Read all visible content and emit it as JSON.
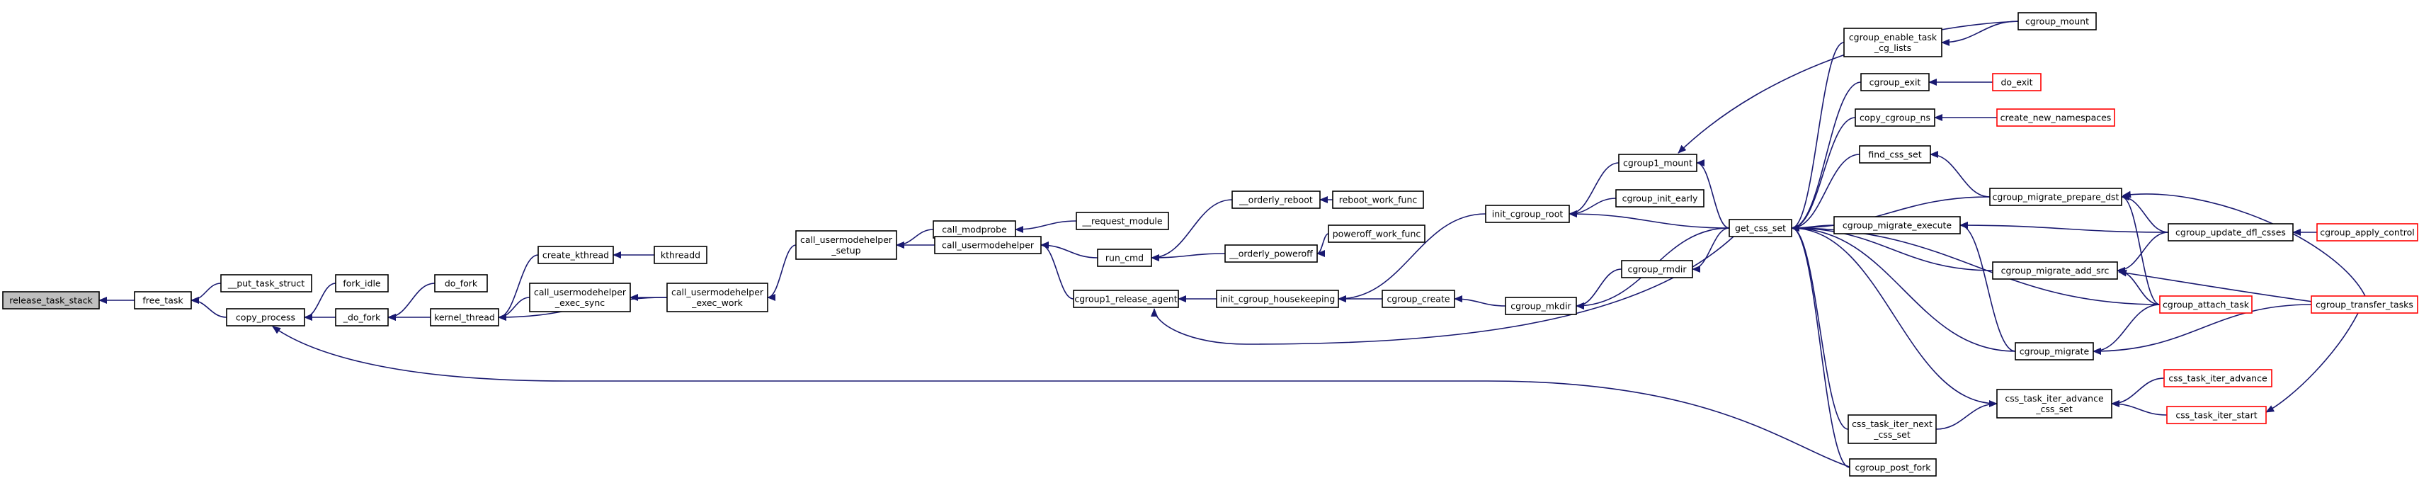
{
  "colors": {
    "edge": "#191970",
    "truncated_border": "#ff0000",
    "normal_border": "#000000",
    "root_fill": "#bfbfbf"
  },
  "nodes": [
    {
      "id": "release_task_stack",
      "lines": [
        "release_task_stack"
      ],
      "root": true
    },
    {
      "id": "free_task",
      "lines": [
        "free_task"
      ]
    },
    {
      "id": "__put_task_struct",
      "lines": [
        "__put_task_struct"
      ]
    },
    {
      "id": "copy_process",
      "lines": [
        "copy_process"
      ]
    },
    {
      "id": "fork_idle",
      "lines": [
        "fork_idle"
      ]
    },
    {
      "id": "_do_fork",
      "lines": [
        "_do_fork"
      ]
    },
    {
      "id": "do_fork",
      "lines": [
        "do_fork"
      ]
    },
    {
      "id": "kernel_thread",
      "lines": [
        "kernel_thread"
      ]
    },
    {
      "id": "create_kthread",
      "lines": [
        "create_kthread"
      ]
    },
    {
      "id": "kthreadd",
      "lines": [
        "kthreadd"
      ]
    },
    {
      "id": "call_usermodehelper_exec_sync",
      "lines": [
        "call_usermodehelper",
        "_exec_sync"
      ]
    },
    {
      "id": "call_usermodehelper_exec_work",
      "lines": [
        "call_usermodehelper",
        "_exec_work"
      ]
    },
    {
      "id": "call_usermodehelper_setup",
      "lines": [
        "call_usermodehelper",
        "_setup"
      ]
    },
    {
      "id": "call_modprobe",
      "lines": [
        "call_modprobe"
      ]
    },
    {
      "id": "__request_module",
      "lines": [
        "__request_module"
      ]
    },
    {
      "id": "call_usermodehelper",
      "lines": [
        "call_usermodehelper"
      ]
    },
    {
      "id": "run_cmd",
      "lines": [
        "run_cmd"
      ]
    },
    {
      "id": "__orderly_reboot",
      "lines": [
        "__orderly_reboot"
      ]
    },
    {
      "id": "reboot_work_func",
      "lines": [
        "reboot_work_func"
      ]
    },
    {
      "id": "__orderly_poweroff",
      "lines": [
        "__orderly_poweroff"
      ]
    },
    {
      "id": "poweroff_work_func",
      "lines": [
        "poweroff_work_func"
      ]
    },
    {
      "id": "cgroup1_release_agent",
      "lines": [
        "cgroup1_release_agent"
      ]
    },
    {
      "id": "init_cgroup_housekeeping",
      "lines": [
        "init_cgroup_housekeeping"
      ]
    },
    {
      "id": "init_cgroup_root",
      "lines": [
        "init_cgroup_root"
      ]
    },
    {
      "id": "cgroup1_mount",
      "lines": [
        "cgroup1_mount"
      ]
    },
    {
      "id": "cgroup_init_early",
      "lines": [
        "cgroup_init_early"
      ]
    },
    {
      "id": "cgroup_create",
      "lines": [
        "cgroup_create"
      ]
    },
    {
      "id": "cgroup_mkdir",
      "lines": [
        "cgroup_mkdir"
      ]
    },
    {
      "id": "cgroup_rmdir",
      "lines": [
        "cgroup_rmdir"
      ]
    },
    {
      "id": "get_css_set",
      "lines": [
        "get_css_set"
      ]
    },
    {
      "id": "cgroup_enable_task_cg_lists",
      "lines": [
        "cgroup_enable_task",
        "_cg_lists"
      ]
    },
    {
      "id": "cgroup_mount",
      "lines": [
        "cgroup_mount"
      ]
    },
    {
      "id": "cgroup_exit",
      "lines": [
        "cgroup_exit"
      ]
    },
    {
      "id": "do_exit",
      "lines": [
        "do_exit"
      ],
      "truncated": true
    },
    {
      "id": "copy_cgroup_ns",
      "lines": [
        "copy_cgroup_ns"
      ]
    },
    {
      "id": "create_new_namespaces",
      "lines": [
        "create_new_namespaces"
      ],
      "truncated": true
    },
    {
      "id": "find_css_set",
      "lines": [
        "find_css_set"
      ]
    },
    {
      "id": "cgroup_migrate_prepare_dst",
      "lines": [
        "cgroup_migrate_prepare_dst"
      ]
    },
    {
      "id": "cgroup_migrate_execute",
      "lines": [
        "cgroup_migrate_execute"
      ]
    },
    {
      "id": "cgroup_update_dfl_csses",
      "lines": [
        "cgroup_update_dfl_csses"
      ]
    },
    {
      "id": "cgroup_apply_control",
      "lines": [
        "cgroup_apply_control"
      ],
      "truncated": true
    },
    {
      "id": "cgroup_migrate_add_src",
      "lines": [
        "cgroup_migrate_add_src"
      ]
    },
    {
      "id": "cgroup_attach_task",
      "lines": [
        "cgroup_attach_task"
      ],
      "truncated": true
    },
    {
      "id": "cgroup_transfer_tasks",
      "lines": [
        "cgroup_transfer_tasks"
      ],
      "truncated": true
    },
    {
      "id": "cgroup_migrate",
      "lines": [
        "cgroup_migrate"
      ]
    },
    {
      "id": "css_task_iter_advance_css_set",
      "lines": [
        "css_task_iter_advance",
        "_css_set"
      ]
    },
    {
      "id": "css_task_iter_advance",
      "lines": [
        "css_task_iter_advance"
      ],
      "truncated": true
    },
    {
      "id": "css_task_iter_start",
      "lines": [
        "css_task_iter_start"
      ],
      "truncated": true
    },
    {
      "id": "css_task_iter_next_css_set",
      "lines": [
        "css_task_iter_next",
        "_css_set"
      ]
    },
    {
      "id": "cgroup_post_fork",
      "lines": [
        "cgroup_post_fork"
      ]
    }
  ],
  "edges": [
    [
      "free_task",
      "release_task_stack"
    ],
    [
      "__put_task_struct",
      "free_task"
    ],
    [
      "copy_process",
      "free_task"
    ],
    [
      "fork_idle",
      "copy_process"
    ],
    [
      "_do_fork",
      "copy_process"
    ],
    [
      "do_fork",
      "_do_fork"
    ],
    [
      "kernel_thread",
      "_do_fork"
    ],
    [
      "create_kthread",
      "kernel_thread"
    ],
    [
      "kthreadd",
      "create_kthread"
    ],
    [
      "call_usermodehelper_exec_sync",
      "kernel_thread"
    ],
    [
      "call_usermodehelper_exec_work",
      "kernel_thread"
    ],
    [
      "call_usermodehelper_exec_work",
      "call_usermodehelper_exec_sync"
    ],
    [
      "call_usermodehelper_setup",
      "call_usermodehelper_exec_work"
    ],
    [
      "call_modprobe",
      "call_usermodehelper_setup"
    ],
    [
      "__request_module",
      "call_modprobe"
    ],
    [
      "call_usermodehelper",
      "call_usermodehelper_setup"
    ],
    [
      "run_cmd",
      "call_usermodehelper"
    ],
    [
      "__orderly_reboot",
      "run_cmd"
    ],
    [
      "reboot_work_func",
      "__orderly_reboot"
    ],
    [
      "__orderly_poweroff",
      "run_cmd"
    ],
    [
      "poweroff_work_func",
      "__orderly_poweroff"
    ],
    [
      "cgroup1_release_agent",
      "call_usermodehelper"
    ],
    [
      "init_cgroup_housekeeping",
      "cgroup1_release_agent"
    ],
    [
      "init_cgroup_root",
      "init_cgroup_housekeeping"
    ],
    [
      "cgroup1_mount",
      "init_cgroup_root"
    ],
    [
      "cgroup_init_early",
      "init_cgroup_root"
    ],
    [
      "cgroup_create",
      "init_cgroup_housekeeping"
    ],
    [
      "cgroup_mkdir",
      "cgroup_create"
    ],
    [
      "get_css_set",
      "cgroup1_release_agent"
    ],
    [
      "get_css_set",
      "init_cgroup_root"
    ],
    [
      "get_css_set",
      "cgroup1_mount"
    ],
    [
      "get_css_set",
      "cgroup_rmdir"
    ],
    [
      "get_css_set",
      "cgroup_mkdir"
    ],
    [
      "cgroup_rmdir",
      "cgroup_mkdir"
    ],
    [
      "cgroup_enable_task_cg_lists",
      "get_css_set"
    ],
    [
      "cgroup_mount",
      "cgroup_enable_task_cg_lists"
    ],
    [
      "cgroup_mount",
      "cgroup1_mount"
    ],
    [
      "cgroup_exit",
      "get_css_set"
    ],
    [
      "do_exit",
      "cgroup_exit"
    ],
    [
      "copy_cgroup_ns",
      "get_css_set"
    ],
    [
      "create_new_namespaces",
      "copy_cgroup_ns"
    ],
    [
      "find_css_set",
      "get_css_set"
    ],
    [
      "cgroup_migrate_prepare_dst",
      "find_css_set"
    ],
    [
      "cgroup_migrate_prepare_dst",
      "get_css_set"
    ],
    [
      "cgroup_migrate_execute",
      "get_css_set"
    ],
    [
      "cgroup_update_dfl_csses",
      "cgroup_migrate_prepare_dst"
    ],
    [
      "cgroup_update_dfl_csses",
      "cgroup_migrate_execute"
    ],
    [
      "cgroup_update_dfl_csses",
      "cgroup_migrate_add_src"
    ],
    [
      "cgroup_apply_control",
      "cgroup_update_dfl_csses"
    ],
    [
      "cgroup_migrate_add_src",
      "get_css_set"
    ],
    [
      "cgroup_attach_task",
      "cgroup_migrate_prepare_dst"
    ],
    [
      "cgroup_attach_task",
      "cgroup_migrate_add_src"
    ],
    [
      "cgroup_attach_task",
      "cgroup_migrate"
    ],
    [
      "cgroup_attach_task",
      "get_css_set"
    ],
    [
      "cgroup_transfer_tasks",
      "cgroup_migrate_prepare_dst"
    ],
    [
      "cgroup_transfer_tasks",
      "cgroup_migrate_add_src"
    ],
    [
      "cgroup_transfer_tasks",
      "cgroup_migrate"
    ],
    [
      "cgroup_migrate",
      "cgroup_migrate_execute"
    ],
    [
      "cgroup_migrate",
      "get_css_set"
    ],
    [
      "css_task_iter_advance_css_set",
      "get_css_set"
    ],
    [
      "css_task_iter_advance",
      "css_task_iter_advance_css_set"
    ],
    [
      "css_task_iter_start",
      "css_task_iter_advance_css_set"
    ],
    [
      "cgroup_transfer_tasks",
      "css_task_iter_start"
    ],
    [
      "css_task_iter_next_css_set",
      "css_task_iter_advance_css_set"
    ],
    [
      "css_task_iter_next_css_set",
      "get_css_set"
    ],
    [
      "cgroup_post_fork",
      "get_css_set"
    ],
    [
      "cgroup_post_fork",
      "copy_process"
    ]
  ]
}
